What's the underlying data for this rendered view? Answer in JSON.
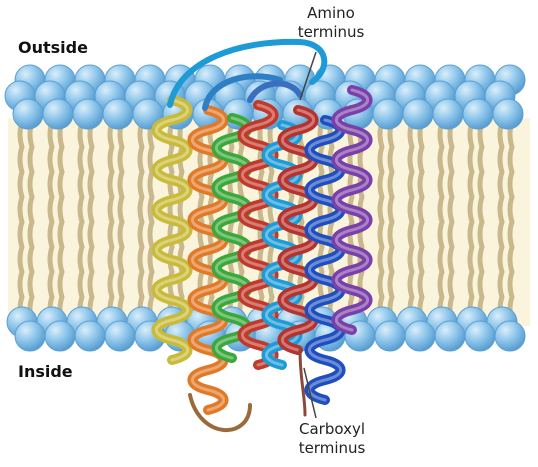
{
  "labels": {
    "outside": "Outside",
    "inside": "Inside",
    "amino": {
      "line1": "Amino",
      "line2": "terminus"
    },
    "carboxyl": {
      "line1": "Carboxyl",
      "line2": "terminus"
    }
  },
  "colors": {
    "head_fill": "#8cc4ea",
    "head_shadow": "#5a9fd2",
    "tail_fill": "#f3e6bf",
    "tail_stroke": "#c9b88b",
    "helices": [
      "#c9bb3a",
      "#e07a28",
      "#3aa83a",
      "#c0392b",
      "#1e9bd7",
      "#b5322e",
      "#1f4fbf",
      "#7a3fa8"
    ]
  }
}
